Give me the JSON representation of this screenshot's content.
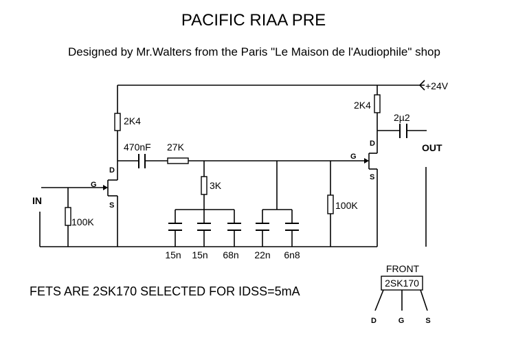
{
  "title": "PACIFIC RIAA PRE",
  "subtitle": "Designed by Mr.Walters from the Paris \"Le Maison de l'Audiophile\" shop",
  "supply_label": "+24V",
  "input_label": "IN",
  "output_label": "OUT",
  "components": {
    "r_drain_q1": "2K4",
    "r_drain_q2": "2K4",
    "c_coupling": "470nF",
    "r_series": "27K",
    "r_eq": "3K",
    "r_gate_q1": "100K",
    "r_gate_q2": "100K",
    "c_output": "2µ2",
    "c1": "15n",
    "c2": "15n",
    "c3": "68n",
    "c4": "22n",
    "c5": "6n8"
  },
  "pins": {
    "gate": "G",
    "drain": "D",
    "source": "S"
  },
  "note": "FETS ARE 2SK170 SELECTED FOR IDSS=5mA",
  "pinout": {
    "heading": "FRONT",
    "part": "2SK170",
    "d": "D",
    "g": "G",
    "s": "S"
  }
}
